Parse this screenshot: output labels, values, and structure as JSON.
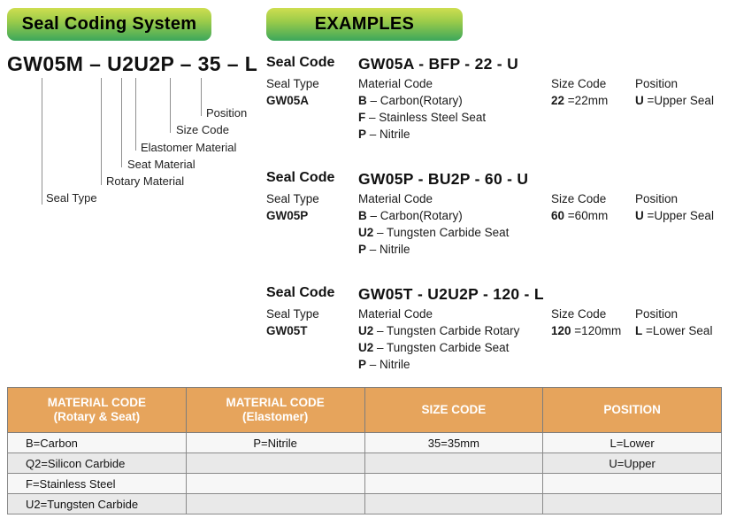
{
  "banners": {
    "system": "Seal Coding System",
    "examples": "EXAMPLES"
  },
  "colors": {
    "banner_gradient_top": "#cede50",
    "banner_gradient_bottom": "#3ca75b",
    "table_header_orange": "#e6a45c",
    "row_light": "#f7f7f7",
    "row_gray": "#e9e9e9"
  },
  "diagram": {
    "code": "GW05M – U2U2P – 35 – L",
    "labels": [
      {
        "text": "Position"
      },
      {
        "text": "Size Code"
      },
      {
        "text": "Elastomer Material"
      },
      {
        "text": "Seat Material"
      },
      {
        "text": "Rotary Material"
      },
      {
        "text": "Seal Type"
      }
    ]
  },
  "examples": [
    {
      "seal_code_label": "Seal Code",
      "code": "GW05A - BFP - 22 - U",
      "seal_type_label": "Seal Type",
      "seal_type": "GW05A",
      "material_label": "Material Code",
      "materials": [
        {
          "code": "B",
          "desc": "– Carbon(Rotary)"
        },
        {
          "code": "F",
          "desc": "– Stainless Steel Seat"
        },
        {
          "code": "P",
          "desc": "– Nitrile"
        }
      ],
      "size_label": "Size Code",
      "size_code": "22",
      "size_desc": "=22mm",
      "position_label": "Position",
      "position_code": "U",
      "position_desc": "=Upper Seal"
    },
    {
      "seal_code_label": "Seal Code",
      "code": "GW05P - BU2P - 60 - U",
      "seal_type_label": "Seal Type",
      "seal_type": "GW05P",
      "material_label": "Material Code",
      "materials": [
        {
          "code": "B",
          "desc": "– Carbon(Rotary)"
        },
        {
          "code": "U2",
          "desc": "– Tungsten Carbide Seat"
        },
        {
          "code": "P",
          "desc": "– Nitrile"
        }
      ],
      "size_label": "Size Code",
      "size_code": "60",
      "size_desc": "=60mm",
      "position_label": "Position",
      "position_code": "U",
      "position_desc": "=Upper Seal"
    },
    {
      "seal_code_label": "Seal Code",
      "code": "GW05T - U2U2P - 120 - L",
      "seal_type_label": "Seal Type",
      "seal_type": "GW05T",
      "material_label": "Material Code",
      "materials": [
        {
          "code": "U2",
          "desc": "– Tungsten Carbide Rotary"
        },
        {
          "code": "U2",
          "desc": "– Tungsten Carbide Seat"
        },
        {
          "code": "P",
          "desc": "– Nitrile"
        }
      ],
      "size_label": "Size Code",
      "size_code": "120",
      "size_desc": "=120mm",
      "position_label": "Position",
      "position_code": "L",
      "position_desc": "=Lower Seal"
    }
  ],
  "table": {
    "headers": [
      {
        "line1": "MATERIAL CODE",
        "line2": "(Rotary & Seat)"
      },
      {
        "line1": "MATERIAL CODE",
        "line2": "(Elastomer)"
      },
      {
        "line1": "SIZE CODE",
        "line2": ""
      },
      {
        "line1": "POSITION",
        "line2": ""
      }
    ],
    "rows": [
      [
        "B=Carbon",
        "P=Nitrile",
        "35=35mm",
        "L=Lower"
      ],
      [
        "Q2=Silicon Carbide",
        "",
        "",
        "U=Upper"
      ],
      [
        "F=Stainless Steel",
        "",
        "",
        ""
      ],
      [
        "U2=Tungsten Carbide",
        "",
        "",
        ""
      ]
    ]
  }
}
